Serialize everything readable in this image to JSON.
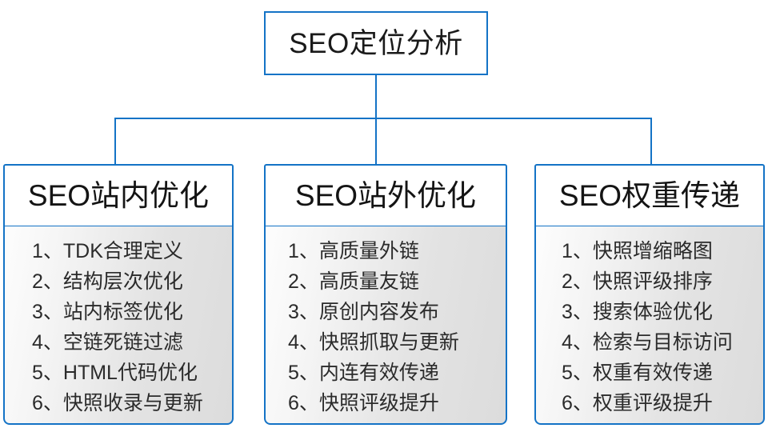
{
  "diagram": {
    "type": "hierarchy-org-chart",
    "root": {
      "title": "SEO定位分析"
    },
    "branches": [
      {
        "title": "SEO站内优化",
        "items": [
          "1、TDK合理定义",
          "2、结构层次优化",
          "3、站内标签优化",
          "4、空链死链过滤",
          "5、HTML代码优化",
          "6、快照收录与更新"
        ]
      },
      {
        "title": "SEO站外优化",
        "items": [
          "1、高质量外链",
          "2、高质量友链",
          "3、原创内容发布",
          "4、快照抓取与更新",
          "5、内连有效传递",
          "6、快照评级提升"
        ]
      },
      {
        "title": "SEO权重传递",
        "items": [
          "1、快照增缩略图",
          "2、快照评级排序",
          "3、搜索体验优化",
          "4、检索与目标访问",
          "5、权重有效传递",
          "6、权重评级提升"
        ]
      }
    ],
    "colors": {
      "border": "#1473c6",
      "connector": "#1473c6",
      "node_fill": "#ffffff",
      "list_fill_start": "#fdfdfd",
      "list_fill_end": "#dcdcdc",
      "text": "#1a1a1a"
    }
  }
}
